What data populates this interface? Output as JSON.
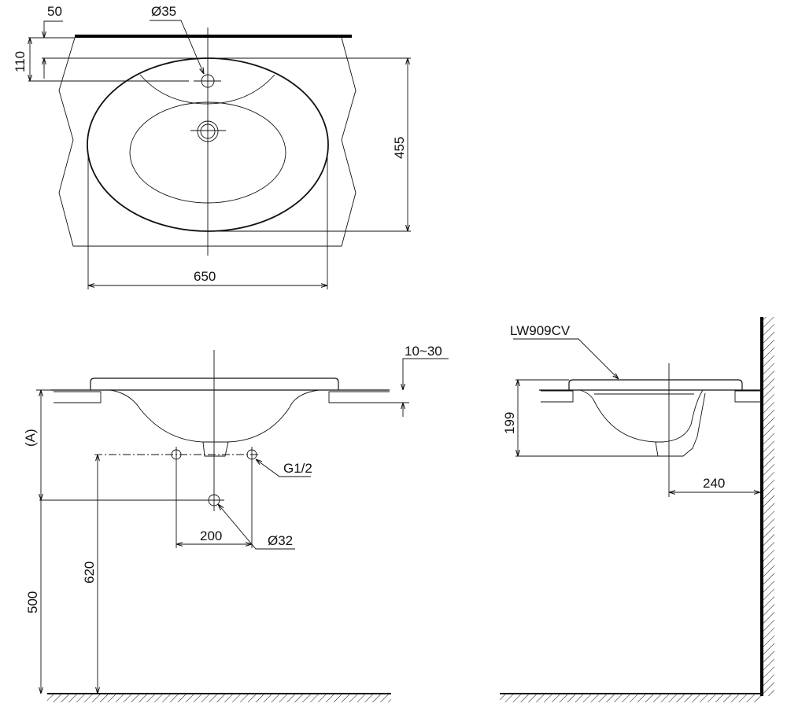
{
  "drawing": {
    "top_view": {
      "dim_offset": "50",
      "tap_hole": "Ø35",
      "dim_110": "110",
      "dim_depth": "455",
      "dim_width": "650"
    },
    "front_view": {
      "dim_counter": "10~30",
      "dim_a": "(A)",
      "supply": "G1/2",
      "dim_supply_spacing": "200",
      "drain": "Ø32",
      "dim_620": "620",
      "dim_500": "500"
    },
    "side_view": {
      "model": "LW909CV",
      "dim_height": "199",
      "dim_wall": "240"
    }
  }
}
